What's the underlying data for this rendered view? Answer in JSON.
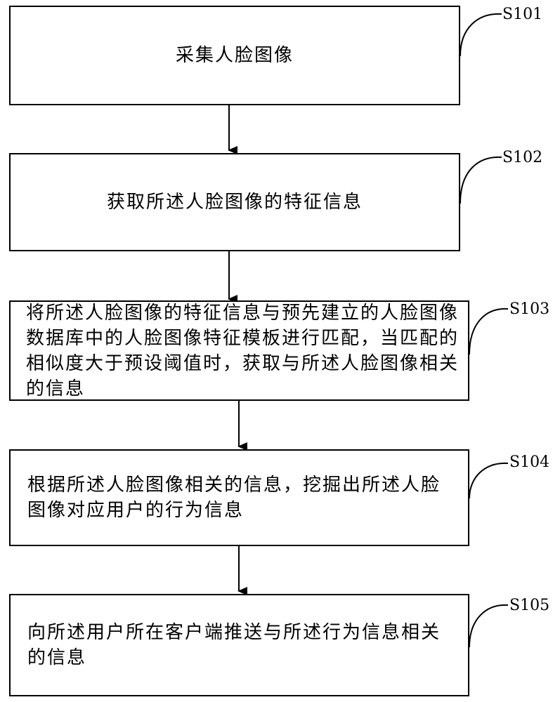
{
  "steps": [
    {
      "id": "S101",
      "text": "采集人脸图像"
    },
    {
      "id": "S102",
      "text": "获取所述人脸图像的特征信息"
    },
    {
      "id": "S103",
      "text": "将所述人脸图像的特征信息与预先建立的人脸图像数据库中的人脸图像特征模板进行匹配，当匹配的相似度大于预设阈值时，获取与所述人脸图像相关的信息"
    },
    {
      "id": "S104",
      "text": "根据所述人脸图像相关的信息，挖掘出所述人脸图像对应用户的行为信息"
    },
    {
      "id": "S105",
      "text": "向所述用户所在客户端推送与所述行为信息相关的信息"
    }
  ]
}
